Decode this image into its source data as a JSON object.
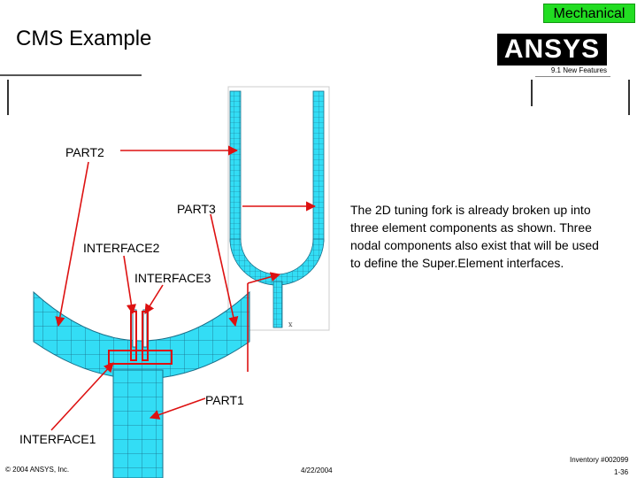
{
  "header": {
    "badge": "Mechanical",
    "title": "CMS Example",
    "logo_text": "ANSYS",
    "logo_subtitle": "9.1 New Features"
  },
  "labels": {
    "part2": "PART2",
    "part3": "PART3",
    "interface2": "INTERFACE2",
    "interface3": "INTERFACE3",
    "part1": "PART1",
    "interface1": "INTERFACE1",
    "axis_x": "x"
  },
  "description": "The 2D tuning fork is already broken up into three element components as shown.  Three nodal components also exist that will be used to define the Super.Element interfaces.",
  "footer": {
    "copyright": "© 2004 ANSYS, Inc.",
    "date": "4/22/2004",
    "inventory": "Inventory #002099",
    "page": "1-36"
  },
  "colors": {
    "mesh_fill": "#33ddf5",
    "mesh_line": "#1a6e88",
    "callout": "#dd1111",
    "badge": "#22dd22"
  }
}
